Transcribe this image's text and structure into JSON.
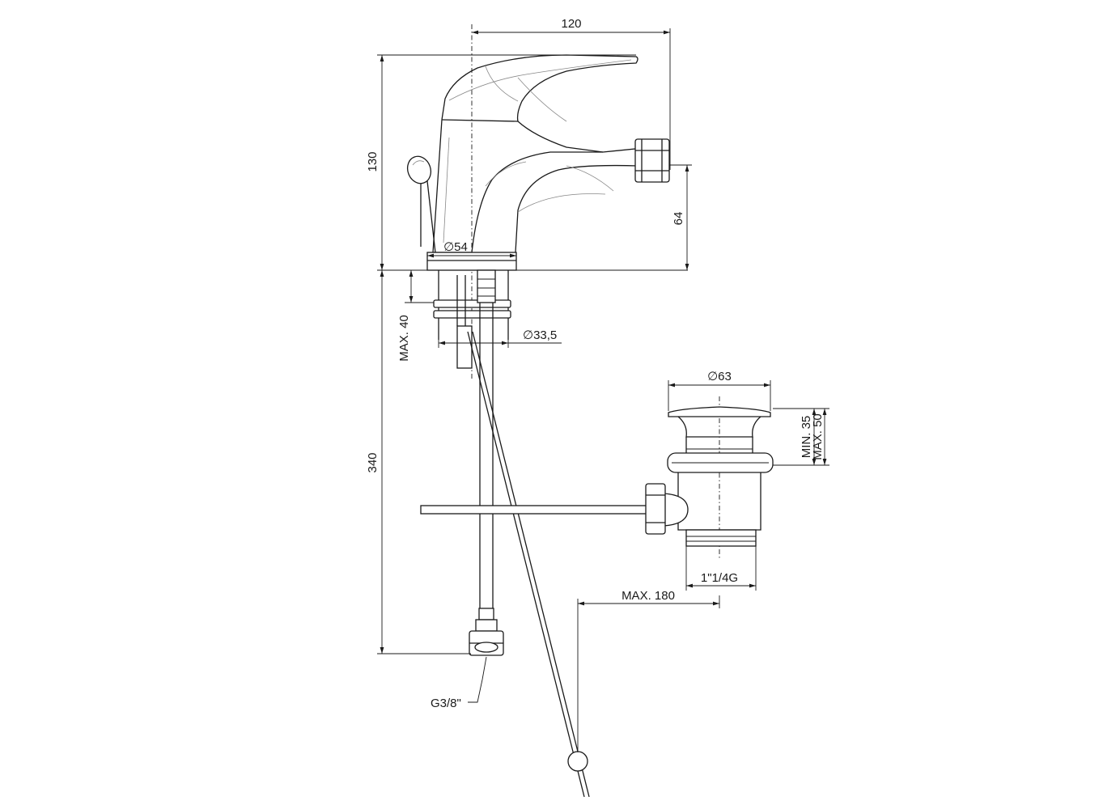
{
  "dimensions": {
    "width_top": "120",
    "height_body": "130",
    "spout_height": "64",
    "base_diameter": "∅54",
    "deck_thickness": "MAX. 40",
    "shank_diameter": "∅33,5",
    "hose_length": "340",
    "waste_diameter": "∅63",
    "waste_min": "MIN. 35",
    "waste_max": "MAX. 50",
    "waste_thread": "1\"1/4G",
    "rod_reach": "MAX. 180",
    "inlet_thread": "G3/8\""
  }
}
